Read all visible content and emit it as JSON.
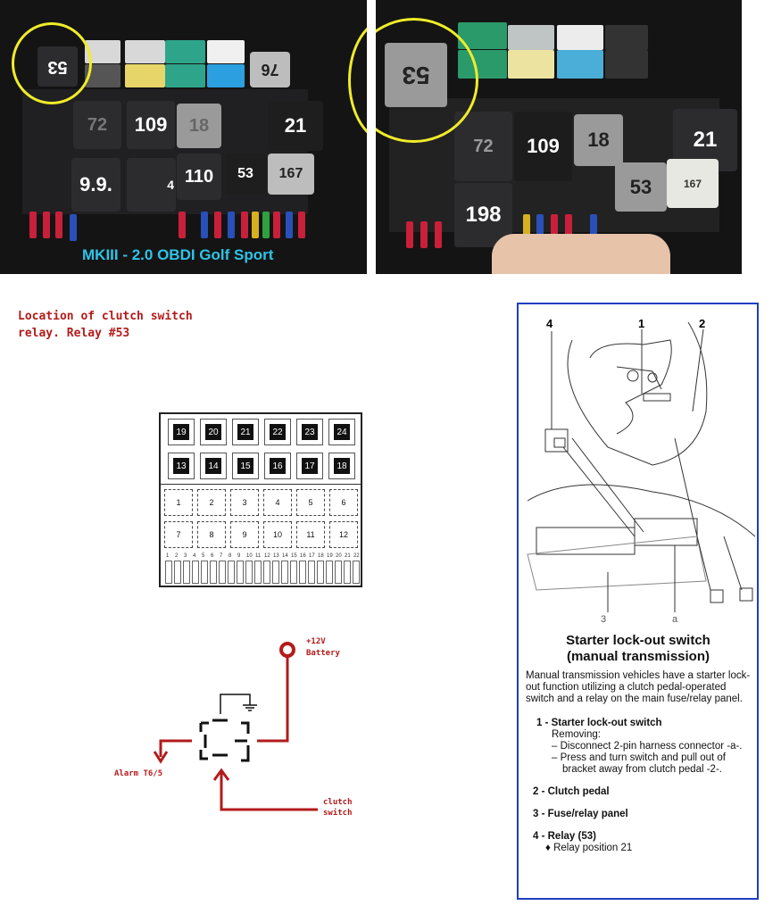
{
  "photo_left": {
    "caption": "MKIII - 2.0 OBDI Golf Sport",
    "relays": [
      "53",
      "76",
      "72",
      "109",
      "18",
      "21",
      "9.9.",
      "4",
      "110",
      "53",
      "167"
    ]
  },
  "photo_right": {
    "relays": [
      "53",
      "72",
      "109",
      "18",
      "21",
      "198",
      "53",
      "167"
    ]
  },
  "location_note": {
    "line1": "Location of clutch switch",
    "line2": "relay.  Relay #53"
  },
  "fuse_panel": {
    "top_row": [
      "19",
      "20",
      "21",
      "22",
      "23",
      "24"
    ],
    "second_row": [
      "13",
      "14",
      "15",
      "16",
      "17",
      "18"
    ],
    "sockets_row1": [
      "1",
      "2",
      "3",
      "4",
      "5",
      "6"
    ],
    "sockets_row2": [
      "7",
      "8",
      "9",
      "10",
      "11",
      "12"
    ],
    "fuse_numbers": [
      "1",
      "2",
      "3",
      "4",
      "5",
      "6",
      "7",
      "8",
      "9",
      "10",
      "11",
      "12",
      "13",
      "14",
      "15",
      "16",
      "17",
      "18",
      "19",
      "20",
      "21",
      "22"
    ]
  },
  "wiring": {
    "battery_line1": "+12V",
    "battery_line2": "Battery",
    "alarm": "Alarm  T6/5",
    "clutch_line1": "clutch",
    "clutch_line2": "switch",
    "wire_color": "#b31b1b"
  },
  "manual": {
    "callouts": [
      "4",
      "1",
      "2",
      "3",
      "a"
    ],
    "title_line1": "Starter lock-out switch",
    "title_line2": "(manual transmission)",
    "intro": "Manual transmission vehicles have a starter lock-out function utilizing a clutch pedal-operated switch and a relay on the main fuse/relay panel.",
    "item1_title": "1 - Starter lock-out switch",
    "item1_sub": "Removing:",
    "item1_step1": "– Disconnect 2-pin harness connector -a-.",
    "item1_step2": "– Press and turn switch and pull out of bracket away from clutch pedal -2-.",
    "item2": "2 - Clutch pedal",
    "item3": "3 - Fuse/relay panel",
    "item4": "4 - Relay (53)",
    "item4_sub": "♦ Relay position 21",
    "border_color": "#1f3fbf"
  }
}
